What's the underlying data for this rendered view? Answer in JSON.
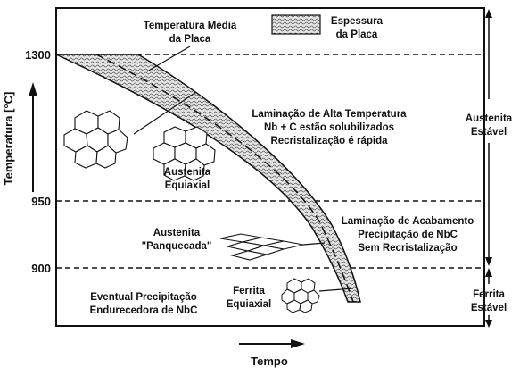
{
  "axes": {
    "y_label": "Temperatura [°C]",
    "x_label": "Tempo",
    "y_ticks": [
      "1300",
      "950",
      "900"
    ]
  },
  "legend": {
    "label_lines": [
      "Espessura",
      "da Placa"
    ]
  },
  "annotations": {
    "temp_media": [
      "Temperatura Média",
      "da Placa"
    ],
    "alta_temp": [
      "Laminação de Alta Temperatura",
      "Nb + C estão solubilizados",
      "Recristalização é rápida"
    ],
    "austenita_equiaxial": [
      "Austenita",
      "Equiaxial"
    ],
    "austenita_panquecada": [
      "Austenita",
      "\"Panquecada\""
    ],
    "acabamento": [
      "Laminação de Acabamento",
      "Precipitação de NbC",
      "Sem Recristalização"
    ],
    "eventual": [
      "Eventual Precipitação",
      "Endurecedora de NbC"
    ],
    "ferrita_equiaxial": [
      "Ferrita",
      "Equiaxial"
    ],
    "austenita_estavel": [
      "Austenita",
      "Estável"
    ],
    "ferrita_estavel": [
      "Ferrita",
      "Estável"
    ]
  },
  "colors": {
    "line": "#111111",
    "band_fill": "#d9d9d9",
    "background": "#ffffff"
  }
}
